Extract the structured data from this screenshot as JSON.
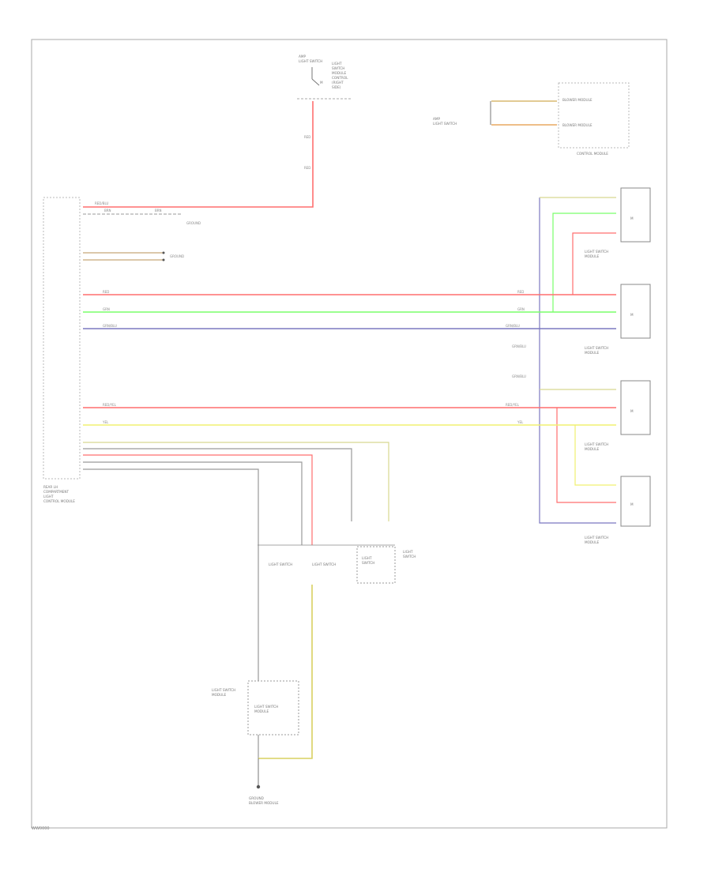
{
  "labels": {
    "rear_lh_comm_light": "REAR LH COMPARTMENT LIGHT",
    "amp": "AMP",
    "light_switch": "LIGHT SWITCH",
    "control_module": "CONTROL MODULE",
    "blower_module": "BLOWER MODULE",
    "ground": "GROUND",
    "footer_code": "WW0000"
  },
  "wire_colors": {
    "red": "#ff6f6f",
    "green": "#7aff6a",
    "purple": "#7b78c0",
    "yellow": "#f0f070",
    "olive": "#d8d890",
    "gray": "#9a9a9a",
    "dark": "#555555"
  }
}
